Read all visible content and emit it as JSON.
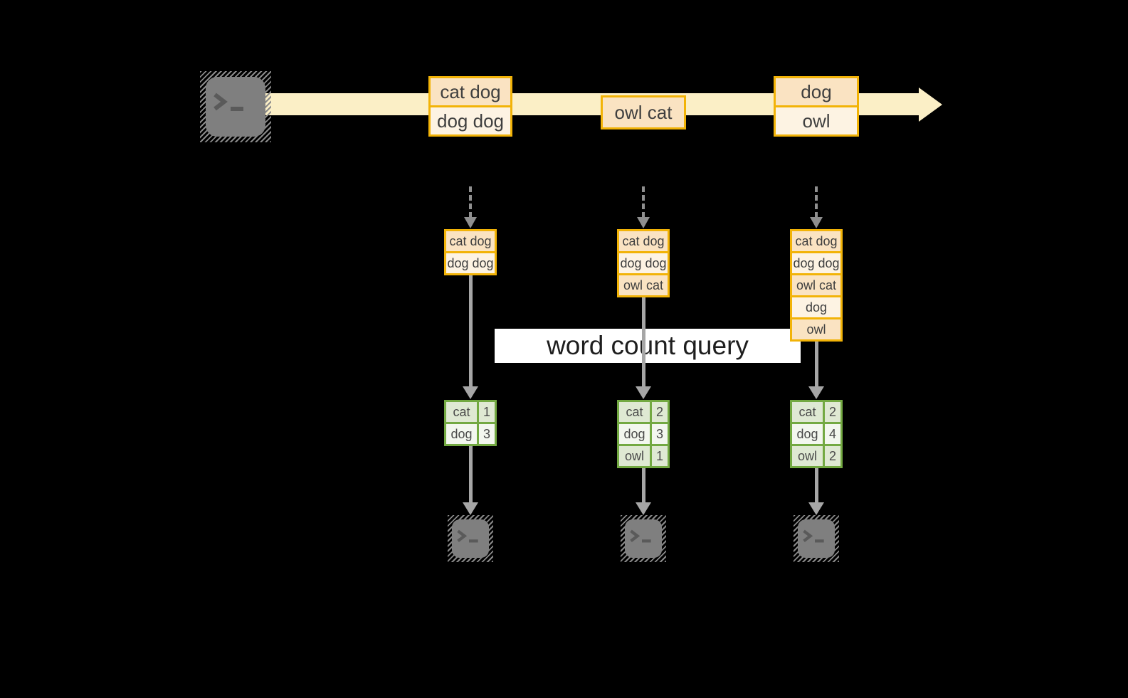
{
  "banner": {
    "label": "word count query"
  },
  "stream": {
    "source_icon": "terminal-icon",
    "batches": [
      {
        "rows": [
          "cat dog",
          "dog dog"
        ]
      },
      {
        "rows": [
          "owl cat"
        ]
      },
      {
        "rows": [
          "dog",
          "owl"
        ]
      }
    ]
  },
  "columns": [
    {
      "buffer": [
        "cat dog",
        "dog dog"
      ],
      "counts": [
        {
          "word": "cat",
          "value": "1"
        },
        {
          "word": "dog",
          "value": "3"
        }
      ],
      "sink_icon": "terminal-icon"
    },
    {
      "buffer": [
        "cat dog",
        "dog dog",
        "owl cat"
      ],
      "counts": [
        {
          "word": "cat",
          "value": "2"
        },
        {
          "word": "dog",
          "value": "3"
        },
        {
          "word": "owl",
          "value": "1"
        }
      ],
      "sink_icon": "terminal-icon"
    },
    {
      "buffer": [
        "cat dog",
        "dog dog",
        "owl cat",
        "dog",
        "owl"
      ],
      "counts": [
        {
          "word": "cat",
          "value": "2"
        },
        {
          "word": "dog",
          "value": "4"
        },
        {
          "word": "owl",
          "value": "2"
        }
      ],
      "sink_icon": "terminal-icon"
    }
  ],
  "colors": {
    "background": "#000000",
    "stream_band": "#FBEFC6",
    "box_border_gold": "#F2B307",
    "box_fill_peach": "#FAE3C2",
    "box_fill_cream": "#FDF3E3",
    "table_border_green": "#73A942",
    "table_fill_green": "#DFE9D3",
    "table_fill_white": "#F3F7EF",
    "arrow_gray": "#A6A6A6",
    "terminal_gray": "#7F7F7F",
    "banner_bg": "#FFFFFF",
    "text_dark": "#3F3F3F"
  }
}
